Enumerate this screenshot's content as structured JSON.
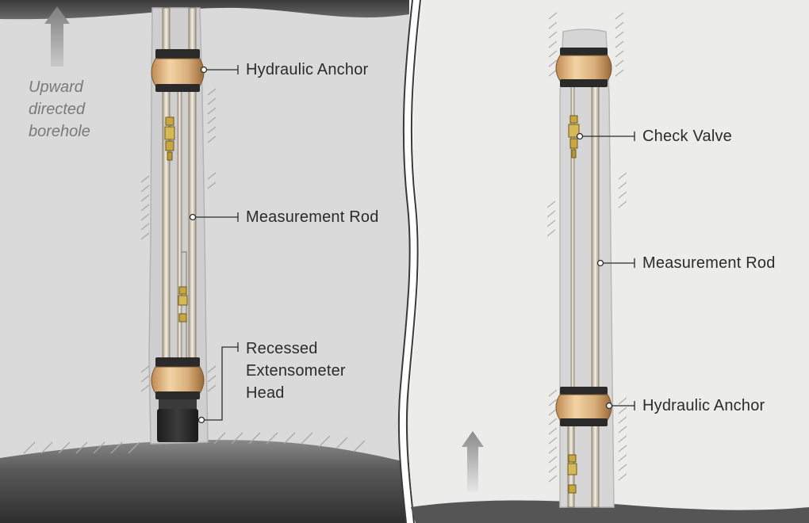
{
  "left_panel": {
    "note_lines": [
      "Upward",
      "directed",
      "borehole"
    ],
    "labels": {
      "hydraulic_anchor": "Hydraulic Anchor",
      "measurement_rod": "Measurement Rod",
      "recessed_head_lines": [
        "Recessed",
        "Extensometer",
        "Head"
      ]
    }
  },
  "right_panel": {
    "labels": {
      "check_valve": "Check Valve",
      "measurement_rod": "Measurement Rod",
      "hydraulic_anchor": "Hydraulic Anchor"
    }
  },
  "colors": {
    "rock_left": "#dadada",
    "rock_right": "#ececea",
    "borehole_fill": "#d2d2d2",
    "anchor_tan": "#d8ad78",
    "anchor_dark": "#2a2a2a",
    "rod": "#e4dccd",
    "fitting": "#c8a640",
    "collar_surface": "#5a5a5a",
    "arrow": "#8c8c8c",
    "text": "#2b2b2b",
    "note_text": "#7a7a7a"
  }
}
